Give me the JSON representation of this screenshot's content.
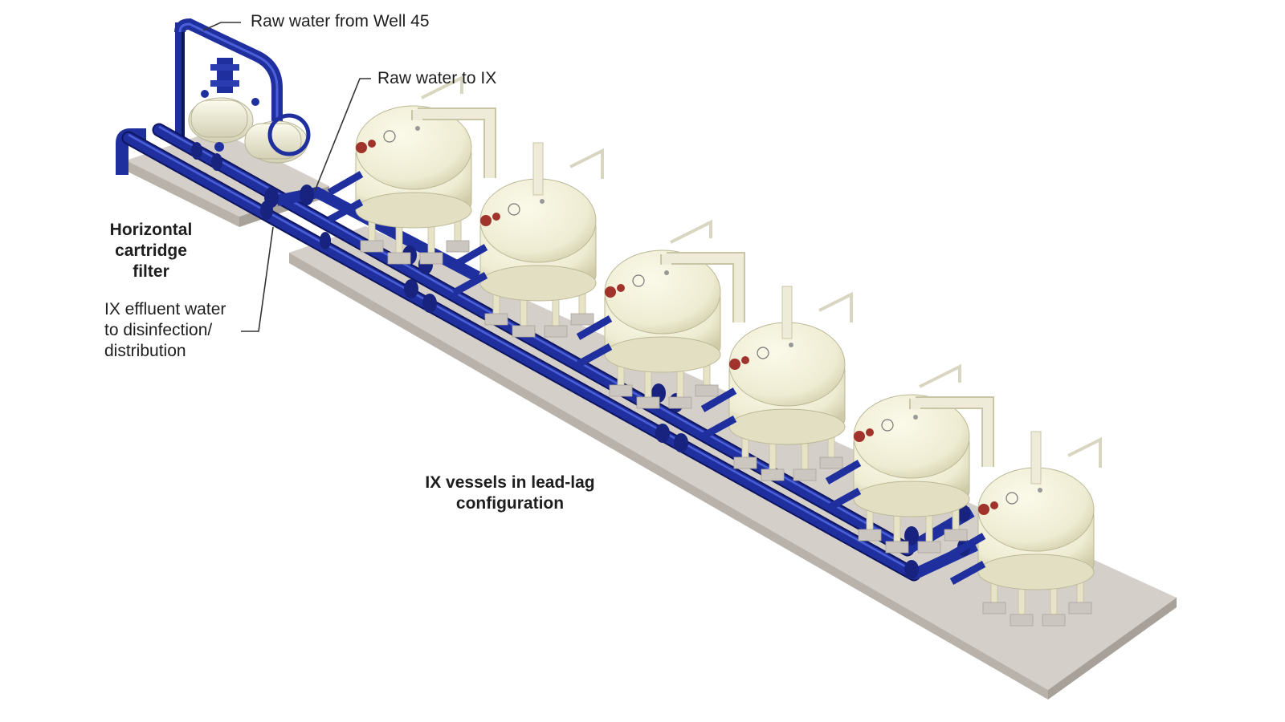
{
  "labels": {
    "raw_water_from_well": "Raw water from Well 45",
    "raw_water_to_ix": "Raw water to IX",
    "cartridge_filter": "Horizontal\ncartridge\nfilter",
    "ix_effluent": "IX effluent water\nto disinfection/\ndistribution",
    "ix_vessels": "IX vessels in lead-lag\nconfiguration"
  },
  "colors": {
    "pipe": "#1f2f9e",
    "pipe_highlight": "#3e55d6",
    "pipe_shadow": "#0e1560",
    "vessel": "#f1efd6",
    "vessel_shade": "#d8d5b4",
    "slab_top": "#d3cec8",
    "slab_side": "#b5afa8",
    "valve": "#a0332c",
    "leader_line": "#333333"
  },
  "diagram": {
    "vessel_count": 6,
    "vessel_icon": "ix-pressure-vessel-icon",
    "filter_icon": "cartridge-filter-housing-icon"
  }
}
